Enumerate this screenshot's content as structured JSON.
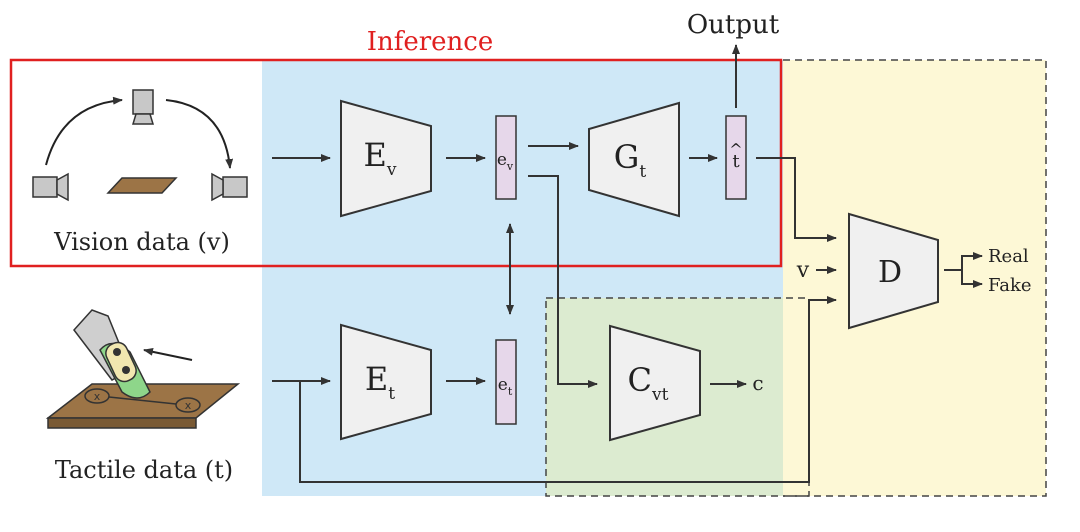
{
  "labels": {
    "inference": "Inference",
    "output": "Output",
    "vision_data": "Vision data (v)",
    "tactile_data": "Tactile data (t)",
    "ev_main": "E",
    "ev_sub": "v",
    "et_main": "E",
    "et_sub": "t",
    "gt_main": "G",
    "gt_sub": "t",
    "cvt_main": "C",
    "cvt_sub": "vt",
    "d_main": "D",
    "lat_ev_main": "e",
    "lat_ev_sub": "v",
    "lat_et_main": "e",
    "lat_et_sub": "t",
    "that": "t",
    "hat": "^",
    "c_out": "c",
    "v_in": "v",
    "real": "Real",
    "fake": "Fake"
  },
  "colors": {
    "inference_border": "#e02020",
    "inference_text": "#e02020",
    "blue_region": "#cfe8f7",
    "yellow_region": "#fdf8d6",
    "green_region": "#dcebd0",
    "block_fill": "#f0f0f0",
    "latent_fill": "#e6d7ea",
    "stroke": "#333333"
  },
  "icons": [
    "camera-icon",
    "plate-icon",
    "tactile-sensor-icon",
    "board-icon"
  ]
}
